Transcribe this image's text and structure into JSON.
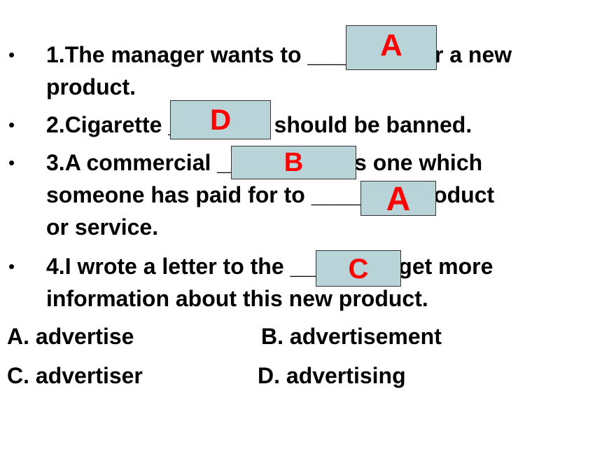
{
  "questions": [
    {
      "bullet": "•",
      "lines": [
        "1.The manager wants to ________ for a new",
        "product."
      ],
      "answer": "A"
    },
    {
      "bullet": "•",
      "lines": [
        "2.Cigarette ________ should be banned."
      ],
      "answer": "D"
    },
    {
      "bullet": "•",
      "lines": [
        "3.A commercial __________ is one which",
        "someone has paid for to ______ a product",
        "or service."
      ],
      "answers": [
        "B",
        "A"
      ]
    },
    {
      "bullet": "•",
      "lines": [
        "4.I wrote a letter to the ______ to get more",
        "information about this new product."
      ],
      "answer": "C"
    }
  ],
  "options": {
    "a": "A.  advertise",
    "b": "B. advertisement",
    "c": "C. advertiser",
    "d": "D. advertising"
  },
  "colors": {
    "answer_box": "#b8d4d8",
    "answer_text": "#ff0000"
  }
}
